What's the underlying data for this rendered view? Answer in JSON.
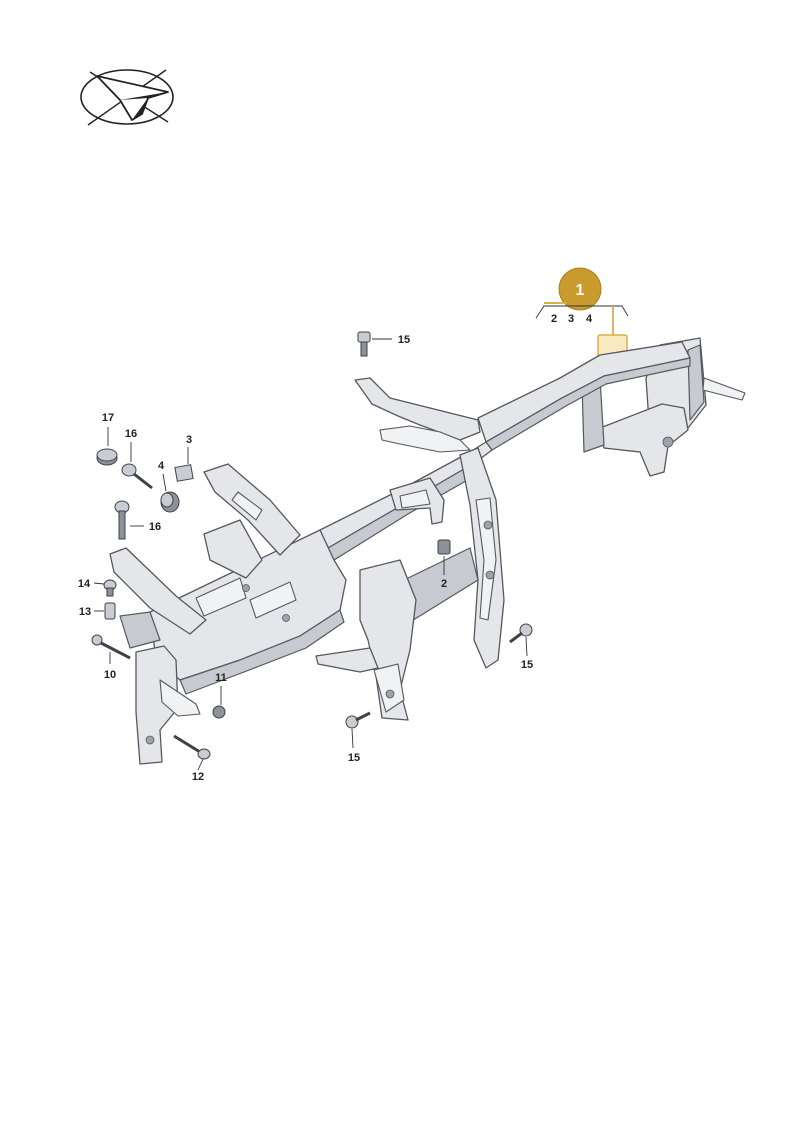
{
  "header": {
    "logo_icon": "paper-plane-icon"
  },
  "main_part": {
    "number": "1",
    "sub_numbers": [
      "2",
      "3",
      "4"
    ],
    "badge_color": "#c99a2e"
  },
  "callouts": [
    {
      "id": "c15a",
      "label": "15"
    },
    {
      "id": "c17",
      "label": "17"
    },
    {
      "id": "c16a",
      "label": "16"
    },
    {
      "id": "c3",
      "label": "3"
    },
    {
      "id": "c4",
      "label": "4"
    },
    {
      "id": "c16b",
      "label": "16"
    },
    {
      "id": "c14",
      "label": "14"
    },
    {
      "id": "c13",
      "label": "13"
    },
    {
      "id": "c2",
      "label": "2"
    },
    {
      "id": "c15b",
      "label": "15"
    },
    {
      "id": "c10",
      "label": "10"
    },
    {
      "id": "c11",
      "label": "11"
    },
    {
      "id": "c15c",
      "label": "15"
    },
    {
      "id": "c12",
      "label": "12"
    }
  ]
}
